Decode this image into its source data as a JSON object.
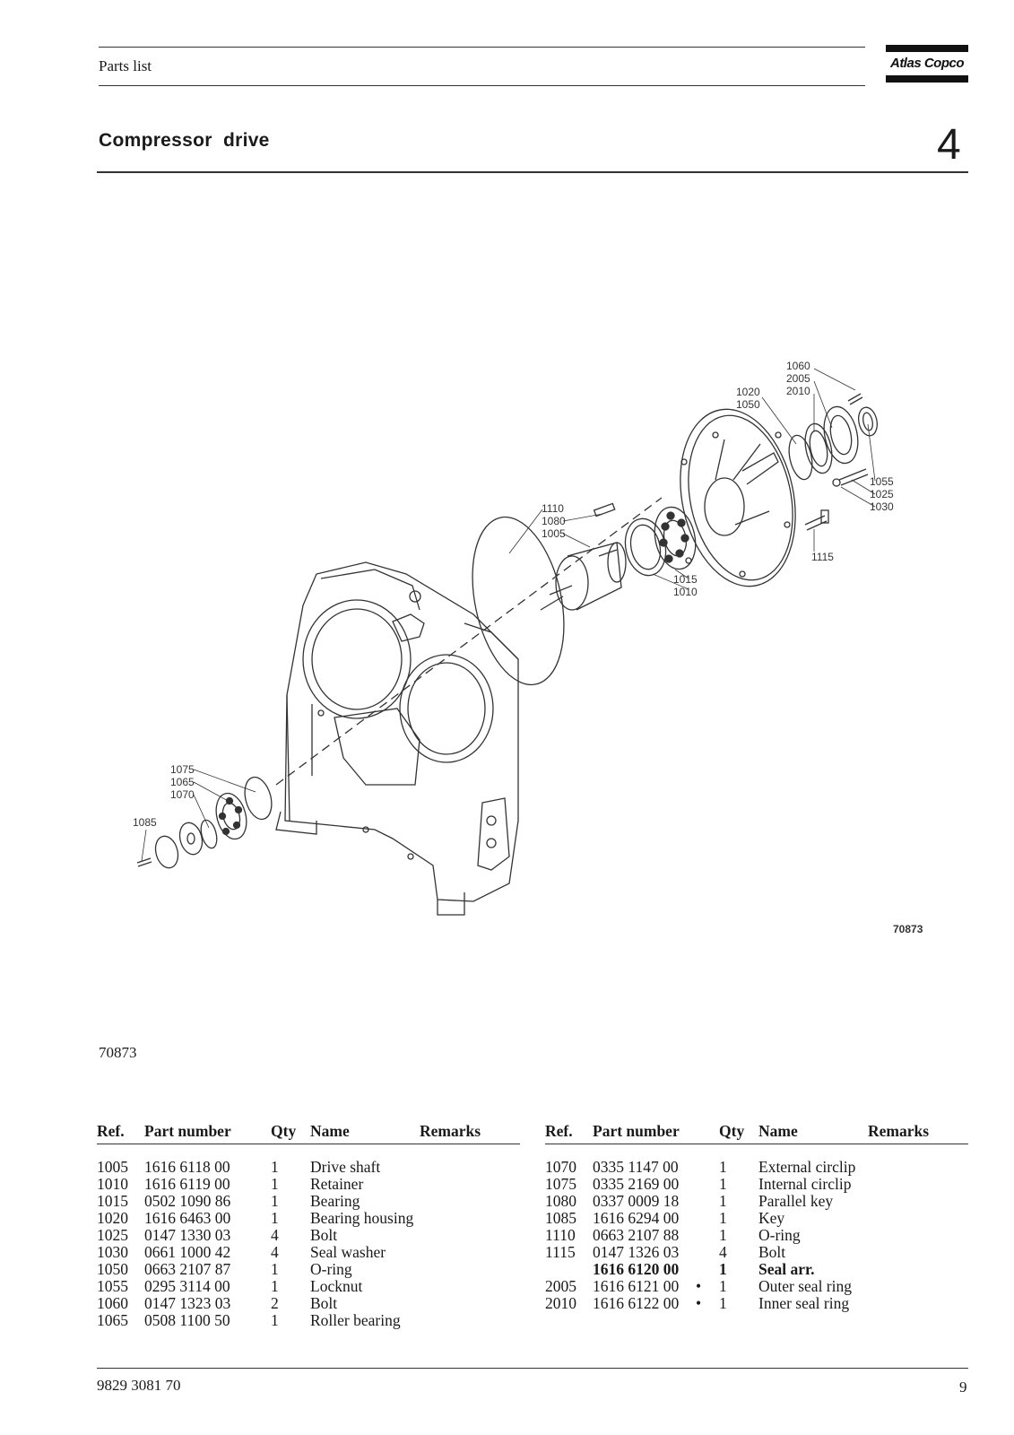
{
  "header": {
    "label": "Parts list",
    "logo_text": "Atlas Copco"
  },
  "section": {
    "title": "Compressor  drive",
    "chapter": "4"
  },
  "diagram": {
    "figure_code": "70873",
    "callouts": {
      "top_right": [
        "1060",
        "2005",
        "2010"
      ],
      "housing": [
        "1020",
        "1050"
      ],
      "shaft": [
        "1110",
        "1080",
        "1005"
      ],
      "bearing": [
        "1015",
        "1010"
      ],
      "locknut": [
        "1055",
        "1025",
        "1030"
      ],
      "bolt": [
        "1115"
      ],
      "left": [
        "1075",
        "1065",
        "1070"
      ],
      "key": [
        "1085"
      ]
    }
  },
  "drawing_code": "70873",
  "table": {
    "headers": {
      "ref": "Ref.",
      "part": "Part number",
      "qty": "Qty",
      "name": "Name",
      "remarks": "Remarks"
    },
    "left_rows": [
      {
        "ref": "1005",
        "part": "1616 6118 00",
        "qty": "1",
        "name": "Drive shaft"
      },
      {
        "ref": "1010",
        "part": "1616 6119 00",
        "qty": "1",
        "name": "Retainer"
      },
      {
        "ref": "1015",
        "part": "0502 1090 86",
        "qty": "1",
        "name": "Bearing"
      },
      {
        "ref": "1020",
        "part": "1616 6463 00",
        "qty": "1",
        "name": "Bearing housing"
      },
      {
        "ref": "1025",
        "part": "0147 1330 03",
        "qty": "4",
        "name": "Bolt"
      },
      {
        "ref": "1030",
        "part": "0661 1000 42",
        "qty": "4",
        "name": "Seal washer"
      },
      {
        "ref": "1050",
        "part": "0663 2107 87",
        "qty": "1",
        "name": "O-ring"
      },
      {
        "ref": "1055",
        "part": "0295 3114 00",
        "qty": "1",
        "name": "Locknut"
      },
      {
        "ref": "1060",
        "part": "0147 1323 03",
        "qty": "2",
        "name": "Bolt"
      },
      {
        "ref": "1065",
        "part": "0508 1100 50",
        "qty": "1",
        "name": "Roller bearing"
      }
    ],
    "right_rows": [
      {
        "ref": "1070",
        "part": "0335 1147 00",
        "mark": "",
        "qty": "1",
        "name": "External circlip"
      },
      {
        "ref": "1075",
        "part": "0335 2169 00",
        "mark": "",
        "qty": "1",
        "name": "Internal circlip"
      },
      {
        "ref": "1080",
        "part": "0337 0009 18",
        "mark": "",
        "qty": "1",
        "name": "Parallel key"
      },
      {
        "ref": "1085",
        "part": "1616 6294 00",
        "mark": "",
        "qty": "1",
        "name": "Key"
      },
      {
        "ref": "1110",
        "part": "0663 2107 88",
        "mark": "",
        "qty": "1",
        "name": "O-ring"
      },
      {
        "ref": "1115",
        "part": "0147 1326 03",
        "mark": "",
        "qty": "4",
        "name": "Bolt"
      },
      {
        "ref": "",
        "part": "1616 6120 00",
        "mark": "",
        "qty": "1",
        "name": "Seal arr.",
        "bold": true
      },
      {
        "ref": "2005",
        "part": "1616 6121 00",
        "mark": "•",
        "qty": "1",
        "name": "Outer seal ring"
      },
      {
        "ref": "2010",
        "part": "1616 6122 00",
        "mark": "•",
        "qty": "1",
        "name": "Inner seal ring"
      }
    ]
  },
  "footer": {
    "doc_number": "9829 3081 70",
    "page": "9"
  }
}
